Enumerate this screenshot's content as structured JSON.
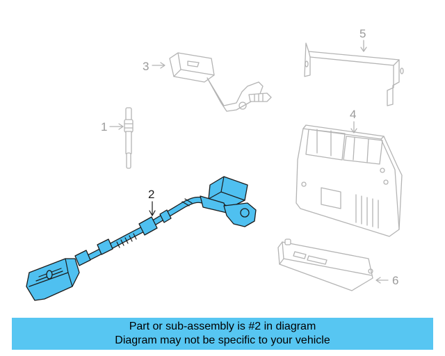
{
  "diagram": {
    "callouts": {
      "c1": "1",
      "c2": "2",
      "c3": "3",
      "c4": "4",
      "c5": "5",
      "c6": "6"
    },
    "highlight_color": "#4fc0f0",
    "part_color": "#b4b4b4"
  },
  "caption": {
    "line1": "Part or sub-assembly is #2 in diagram",
    "line2": "Diagram may not be specific to your vehicle",
    "background": "#57c6f2"
  }
}
